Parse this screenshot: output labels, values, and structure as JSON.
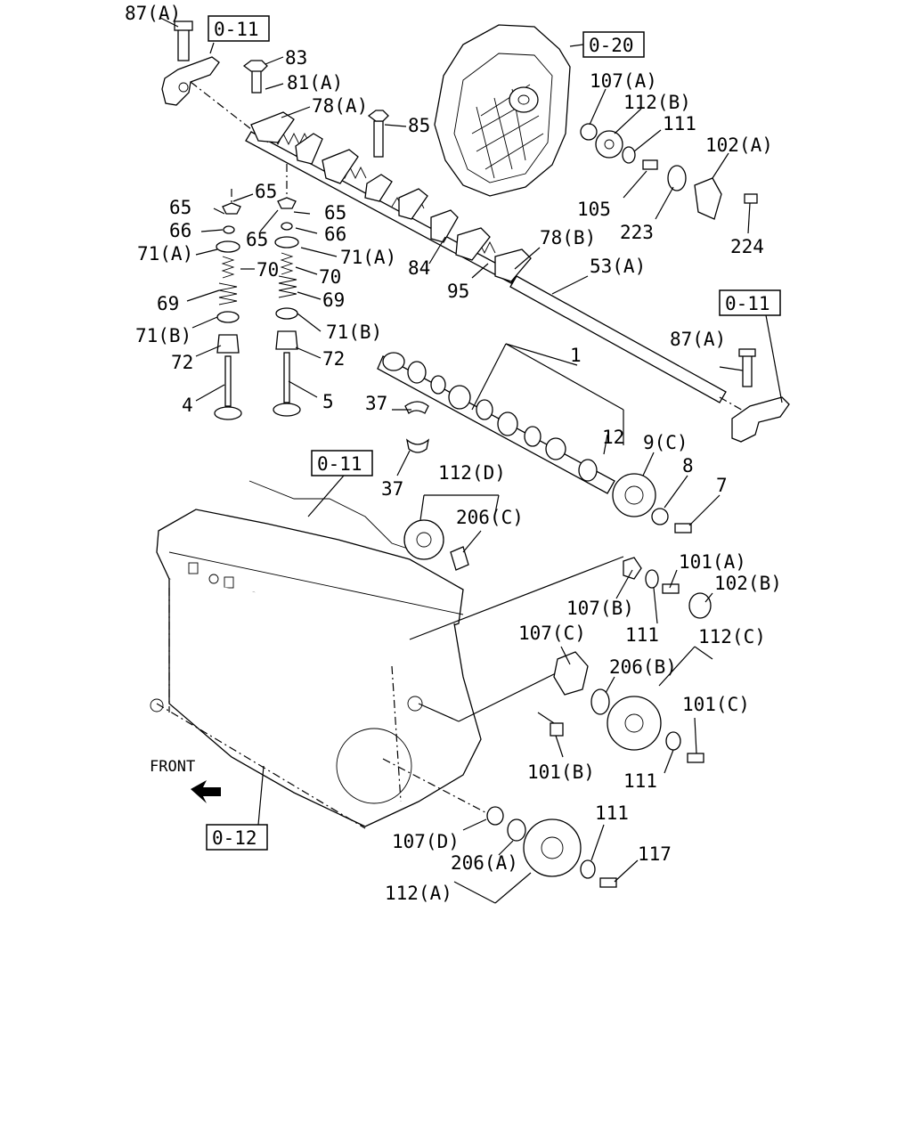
{
  "diagram": {
    "front_label": "FRONT",
    "refs": {
      "r011_a": "0-11",
      "r011_b": "0-11",
      "r011_c": "0-11",
      "r020": "0-20",
      "r012": "0-12"
    },
    "callouts": {
      "c87a_top": "87(A)",
      "c83": "83",
      "c81a": "81(A)",
      "c78a": "78(A)",
      "c85": "85",
      "c107a": "107(A)",
      "c112b": "112(B)",
      "c111_top": "111",
      "c102a": "102(A)",
      "c105": "105",
      "c223": "223",
      "c224": "224",
      "c65_a": "65",
      "c65_b": "65",
      "c65_c": "65",
      "c65_d": "65",
      "c66_a": "66",
      "c66_b": "66",
      "c71a_l": "71(A)",
      "c71a_r": "71(A)",
      "c70_a": "70",
      "c70_b": "70",
      "c69_a": "69",
      "c69_b": "69",
      "c71b_l": "71(B)",
      "c71b_r": "71(B)",
      "c72_a": "72",
      "c72_b": "72",
      "c4": "4",
      "c5": "5",
      "c84": "84",
      "c95": "95",
      "c78b": "78(B)",
      "c53a": "53(A)",
      "c87a_right": "87(A)",
      "c1": "1",
      "c37_a": "37",
      "c37_b": "37",
      "c12": "12",
      "c9c": "9(C)",
      "c8": "8",
      "c7": "7",
      "c112d": "112(D)",
      "c206c": "206(C)",
      "c101a": "101(A)",
      "c102b": "102(B)",
      "c107b": "107(B)",
      "c111_mid": "111",
      "c107c": "107(C)",
      "c112c": "112(C)",
      "c206b": "206(B)",
      "c101c": "101(C)",
      "c101b": "101(B)",
      "c111_low": "111",
      "c107d": "107(D)",
      "c206a": "206(A)",
      "c112a": "112(A)",
      "c111_bot": "111",
      "c117": "117"
    }
  }
}
